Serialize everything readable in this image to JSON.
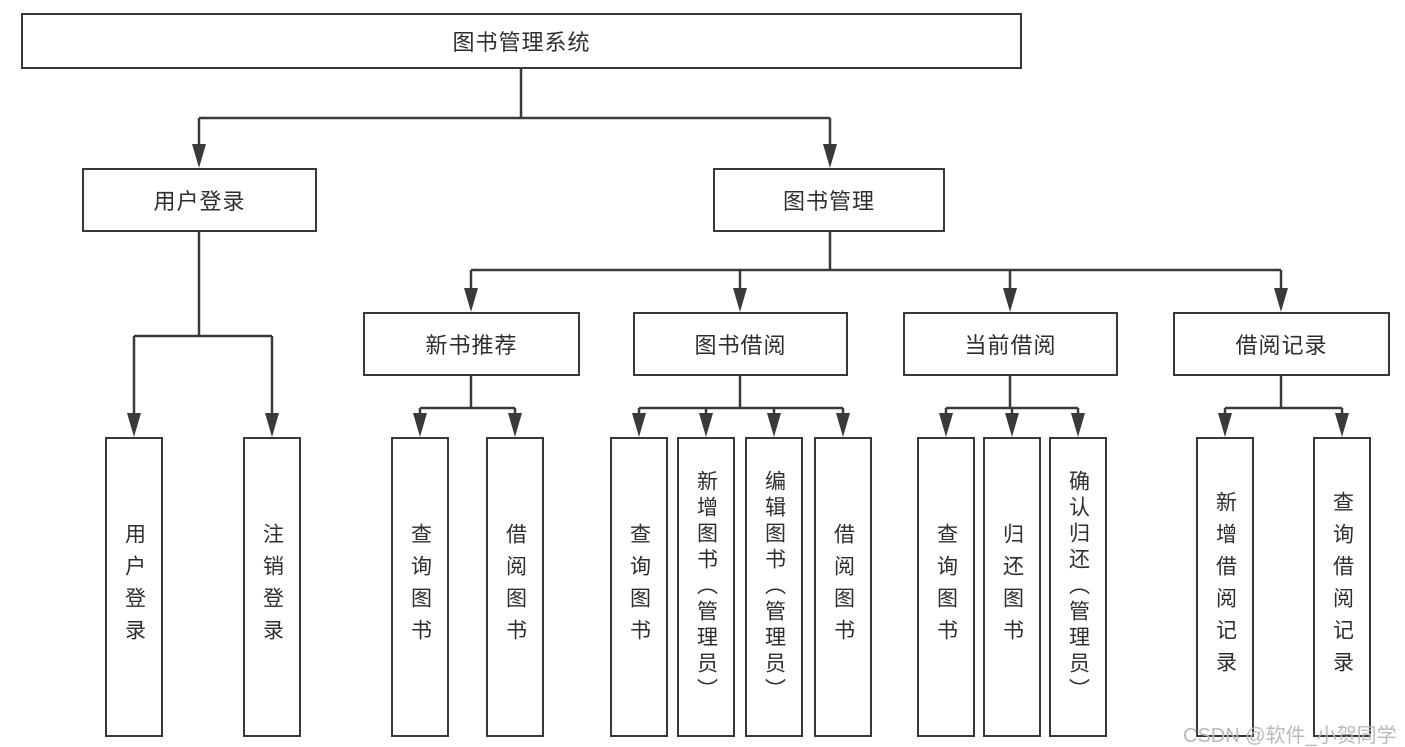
{
  "tree": {
    "root": {
      "label": "图书管理系统"
    },
    "children": [
      {
        "label": "用户登录",
        "children": [
          {
            "label": "用户登录"
          },
          {
            "label": "注销登录"
          }
        ]
      },
      {
        "label": "图书管理",
        "children": [
          {
            "label": "新书推荐",
            "children": [
              {
                "label": "查询图书"
              },
              {
                "label": "借阅图书"
              }
            ]
          },
          {
            "label": "图书借阅",
            "children": [
              {
                "label": "查询图书"
              },
              {
                "label": "新增图书（管理员）"
              },
              {
                "label": "编辑图书（管理员）"
              },
              {
                "label": "借阅图书"
              }
            ]
          },
          {
            "label": "当前借阅",
            "children": [
              {
                "label": "查询图书"
              },
              {
                "label": "归还图书"
              },
              {
                "label": "确认归还（管理员）"
              }
            ]
          },
          {
            "label": "借阅记录",
            "children": [
              {
                "label": "新增借阅记录"
              },
              {
                "label": "查询借阅记录"
              }
            ]
          }
        ]
      }
    ]
  },
  "watermark": {
    "text": "CSDN @软件_小贺同学"
  },
  "colors": {
    "line": "#3a3a3a",
    "text": "#2e2e2e",
    "background": "#ffffff",
    "watermark": "#b9b9c1"
  }
}
